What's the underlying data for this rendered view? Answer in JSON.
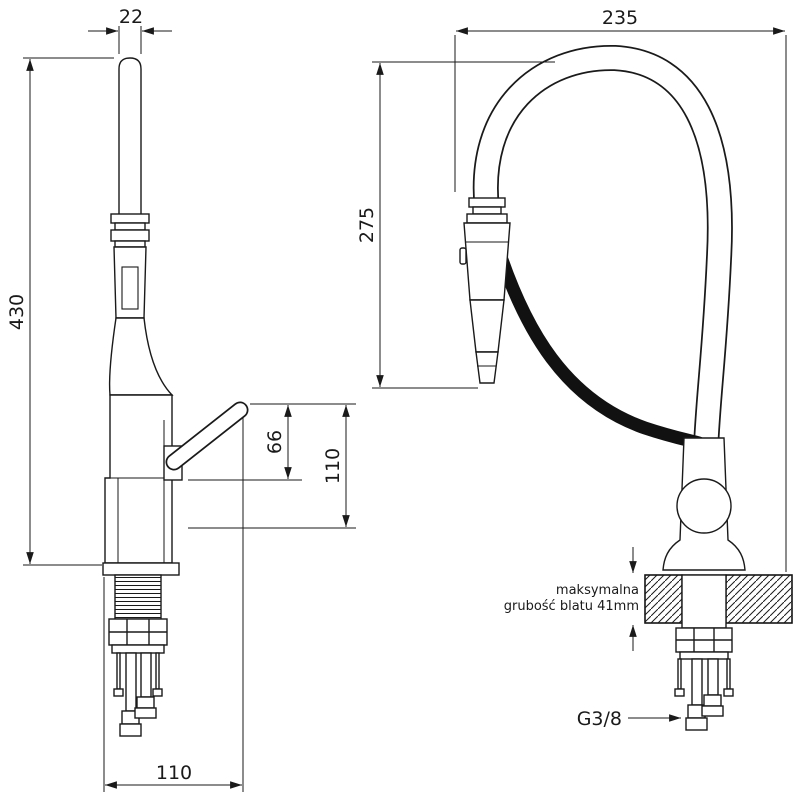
{
  "left_view": {
    "dim_spout_width": "22",
    "dim_total_height": "430",
    "dim_handle_height": "66",
    "dim_outlet_height": "110",
    "dim_base_width": "110"
  },
  "right_view": {
    "dim_total_width": "235",
    "dim_spout_clearance": "275",
    "counter_note_line1": "maksymalna",
    "counter_note_line2": "grubość blatu 41mm",
    "dim_hose_thread": "G3/8"
  },
  "colors": {
    "line": "#1a1a1a",
    "background": "#ffffff"
  }
}
